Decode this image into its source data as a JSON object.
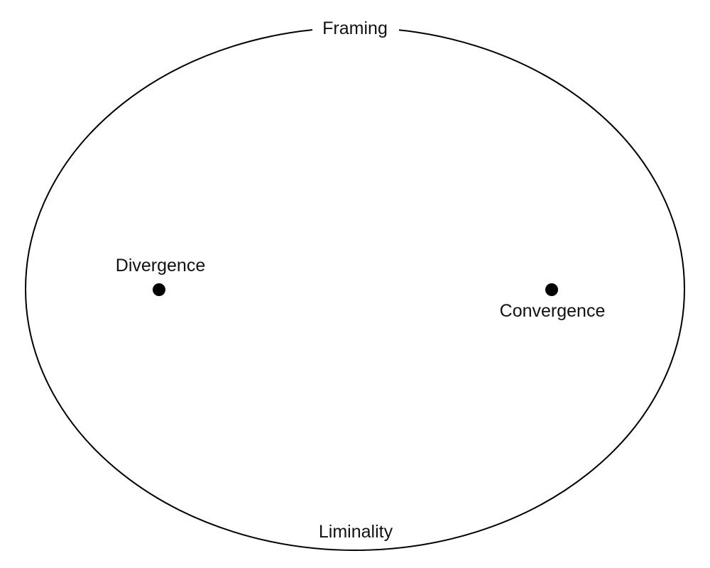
{
  "diagram": {
    "title": "",
    "outer_label_top": "Framing",
    "outer_label_bottom": "Liminality",
    "left_point_label": "Divergence",
    "right_point_label": "Convergence"
  },
  "colors": {
    "stroke": "#000000",
    "text": "#111111",
    "background": "#ffffff"
  }
}
